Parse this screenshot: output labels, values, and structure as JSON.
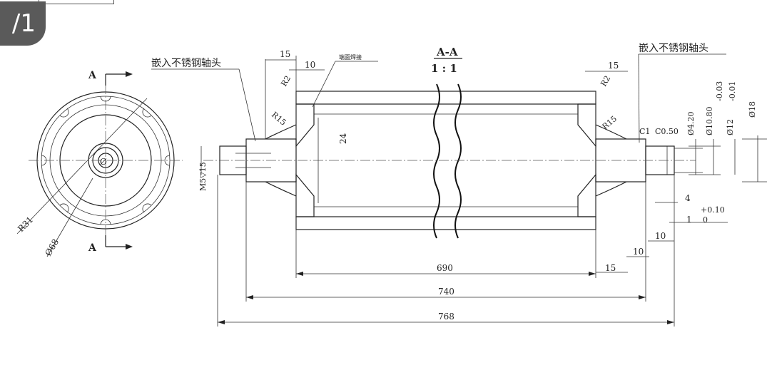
{
  "page_indicator": "/1",
  "section_view": {
    "title": "A-A",
    "scale": "1 : 1"
  },
  "labels": {
    "insert_left": "嵌入不锈钢轴头",
    "insert_right": "嵌入不锈钢轴头",
    "weld_note": "端面焊接",
    "section_letter_top": "A",
    "section_letter_bottom": "A"
  },
  "end_view_dims": {
    "radius": "R31",
    "diameter": "Ø68",
    "bore": "Ø"
  },
  "dims": {
    "d15_top_left": "15",
    "d10_top_left": "10",
    "r2_left": "R2",
    "r15_left": "R15",
    "d24": "24",
    "m5": "M5▽15",
    "d15_top_right": "15",
    "r2_right": "R2",
    "r15_right": "R15",
    "c1": "C1",
    "c050": "C0.50",
    "dia420": "Ø4.20",
    "dia1080": "Ø10.80",
    "dia12": "Ø12",
    "tol12_upper": "-0.03",
    "tol12_lower": "-0.01",
    "dia18": "Ø18",
    "d4": "4",
    "tol_upper": "+0.10",
    "tol_lower": "0",
    "d1": "1",
    "d10_a": "10",
    "d10_b": "10",
    "d15_bottom": "15",
    "d690": "690",
    "d740": "740",
    "d768": "768"
  }
}
